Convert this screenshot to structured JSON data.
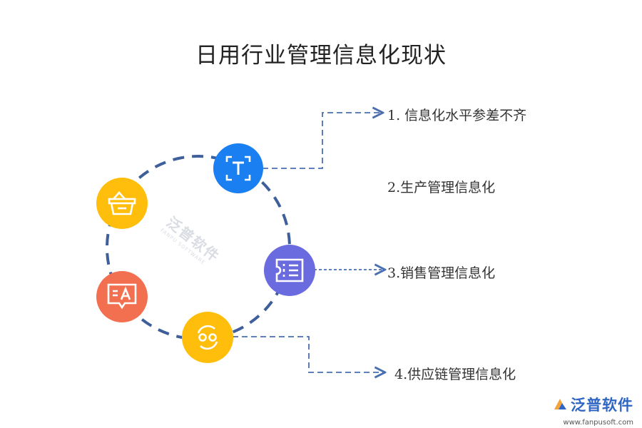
{
  "title": "日用行业管理信息化现状",
  "items": [
    {
      "label": "1.  信息化水平参差不齐"
    },
    {
      "label": "2.生产管理信息化"
    },
    {
      "label": "3.销售管理信息化"
    },
    {
      "label": "4.供应链管理信息化"
    }
  ],
  "nodes": [
    {
      "icon": "text-frame-icon",
      "color": "#1a7ff0"
    },
    {
      "icon": "basket-icon",
      "color": "#ffbe0b"
    },
    {
      "icon": "ticket-list-icon",
      "color": "#6b6be0"
    },
    {
      "icon": "translate-icon",
      "color": "#f2704f"
    },
    {
      "icon": "cycle-icon",
      "color": "#ffbe0b"
    }
  ],
  "watermark": {
    "name": "泛普软件",
    "sub": "FANPU SOFTWARE"
  },
  "brand": {
    "name": "泛普软件",
    "url": "www.fanpusoft.com"
  },
  "colors": {
    "line": "#3e5f9a",
    "arrow": "#4a6fb0"
  }
}
